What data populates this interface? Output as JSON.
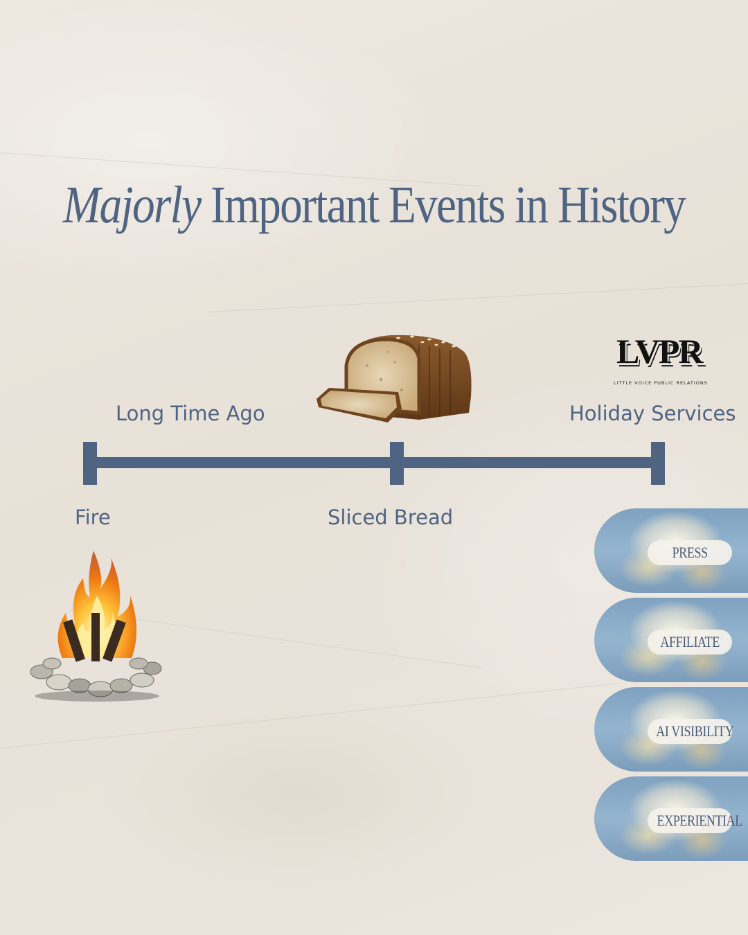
{
  "title": {
    "italic": "Majorly",
    "rest": "Important Events in History"
  },
  "timeline": {
    "top_labels": {
      "left": "Long Time Ago",
      "right": "Holiday Services"
    },
    "bottom_labels": {
      "left": "Fire",
      "middle": "Sliced Bread"
    },
    "color": "#4f6482"
  },
  "logo": {
    "mark": "LVPR",
    "tagline": "LITTLE VOICE PUBLIC RELATIONS"
  },
  "services": [
    {
      "label": "PRESS"
    },
    {
      "label": "AFFILIATE"
    },
    {
      "label": "AI VISIBILITY"
    },
    {
      "label": "EXPERIENTIAL"
    }
  ],
  "images": {
    "bread": "sliced-bread-loaf",
    "fire": "campfire",
    "pill_background": "clouds-sky"
  }
}
